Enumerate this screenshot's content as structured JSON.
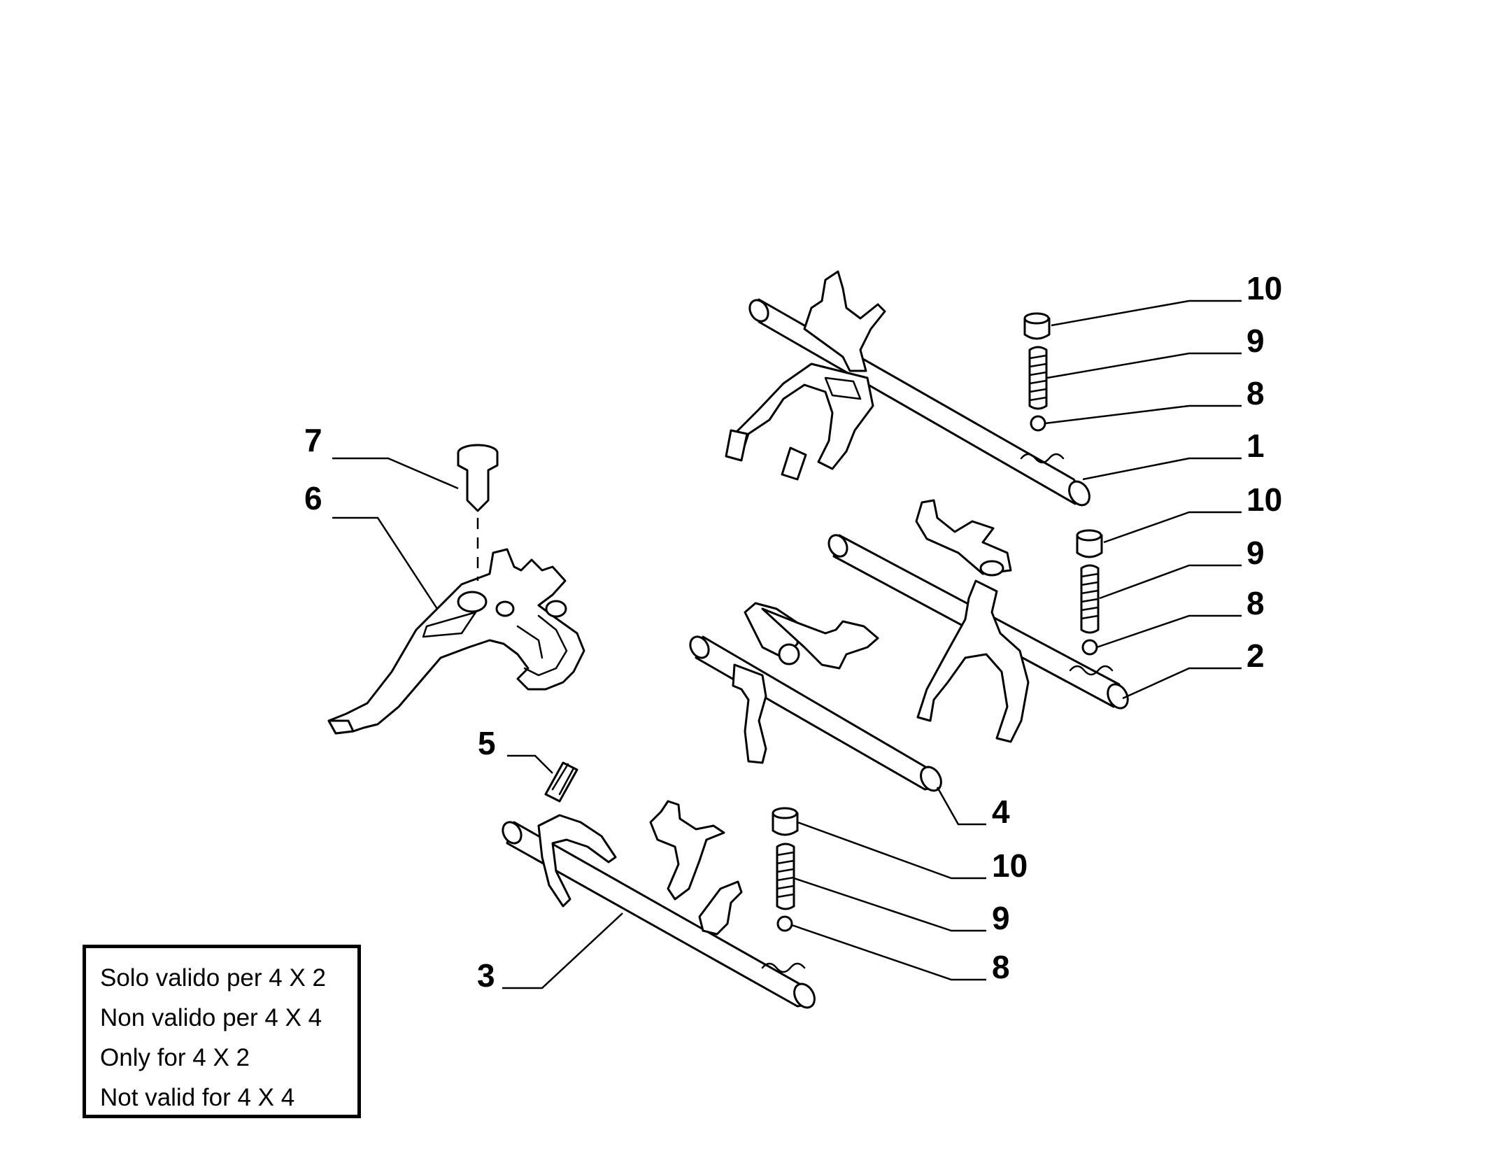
{
  "callouts": {
    "c1": "1",
    "c2": "2",
    "c3": "3",
    "c4": "4",
    "c5": "5",
    "c6": "6",
    "c7": "7",
    "c8_top": "8",
    "c8_mid": "8",
    "c8_bot": "8",
    "c9_top": "9",
    "c9_mid": "9",
    "c9_bot": "9",
    "c10_top": "10",
    "c10_mid": "10",
    "c10_bot": "10"
  },
  "note": {
    "line1": "Solo valido per 4 X 2",
    "line2": "Non valido per 4 X 4",
    "line3": "Only for 4 X 2",
    "line4": "Not valid for 4 X 4"
  }
}
